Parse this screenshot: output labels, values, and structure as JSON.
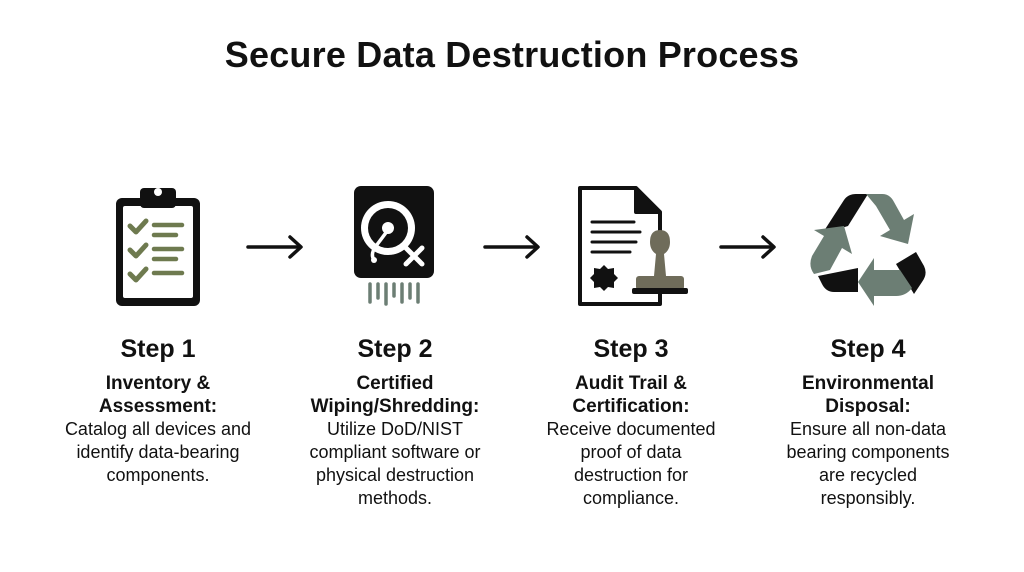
{
  "title": "Secure Data Destruction Process",
  "colors": {
    "accent_olive": "#6e7a4f",
    "accent_sage": "#6c7e74",
    "stamp_brown": "#6f6c5a",
    "ink": "#111111"
  },
  "steps": [
    {
      "label": "Step 1",
      "heading_lines": [
        "Inventory &",
        "Assessment:"
      ],
      "desc_lines": [
        "Catalog all devices and",
        "identify data-bearing",
        "components."
      ],
      "icon": "clipboard-checklist-icon"
    },
    {
      "label": "Step 2",
      "heading_lines": [
        "Certified",
        "Wiping/Shredding:"
      ],
      "desc_lines": [
        "Utilize DoD/NIST",
        "compliant software or",
        "physical destruction",
        "methods."
      ],
      "icon": "hard-drive-shred-icon"
    },
    {
      "label": "Step 3",
      "heading_lines": [
        "Audit Trail &",
        "Certification:"
      ],
      "desc_lines": [
        "Receive documented",
        "proof of data",
        "destruction for",
        "compliance."
      ],
      "icon": "certificate-stamp-icon"
    },
    {
      "label": "Step 4",
      "heading_lines": [
        "Environmental",
        "Disposal:"
      ],
      "desc_lines": [
        "Ensure all non-data",
        "bearing components",
        "are recycled",
        "responsibly."
      ],
      "icon": "recycle-icon"
    }
  ]
}
